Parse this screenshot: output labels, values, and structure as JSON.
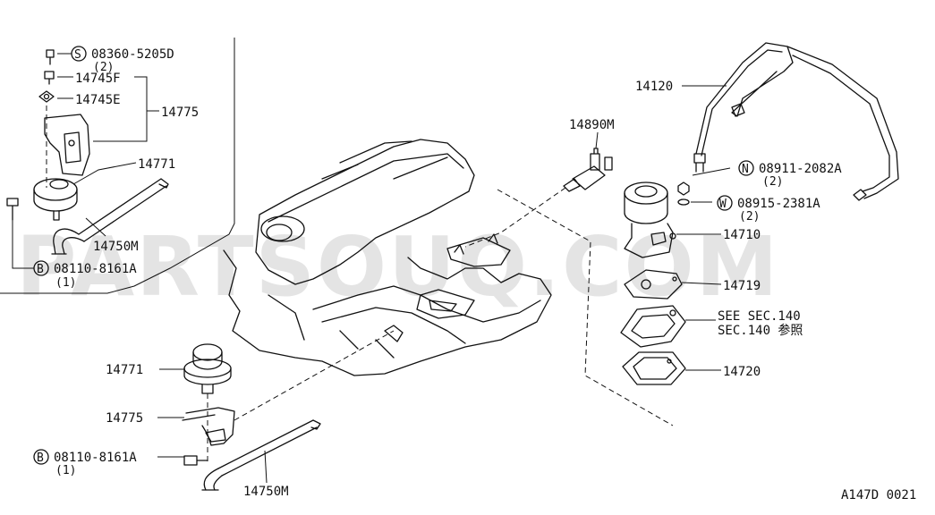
{
  "watermark": "PARTSOUQ.COM",
  "diagram_code": "A147D 0021",
  "inset": {
    "screw_symbol": "S",
    "screw_part": "08360-5205D",
    "screw_qty": "(2)",
    "part_14745F": "14745F",
    "part_14745E": "14745E",
    "bracket_assy": "14775",
    "valve": "14771",
    "hose": "14750M",
    "bolt_symbol": "B",
    "bolt_part": "08110-8161A",
    "bolt_qty": "(1)"
  },
  "main": {
    "valve": "14771",
    "bracket": "14775",
    "bolt_symbol": "B",
    "bolt_part": "08110-8161A",
    "bolt_qty": "(1)",
    "hose": "14750M",
    "sensor": "14890M",
    "tube": "14120",
    "nut_symbol": "N",
    "nut_part": "08911-2082A",
    "nut_qty": "(2)",
    "washer_symbol": "W",
    "washer_part": "08915-2381A",
    "washer_qty": "(2)",
    "egr_valve": "14710",
    "gasket_upper": "14719",
    "see_sec_en": "SEE SEC.140",
    "see_sec_jp": "SEC.140 参照",
    "gasket_lower": "14720"
  }
}
